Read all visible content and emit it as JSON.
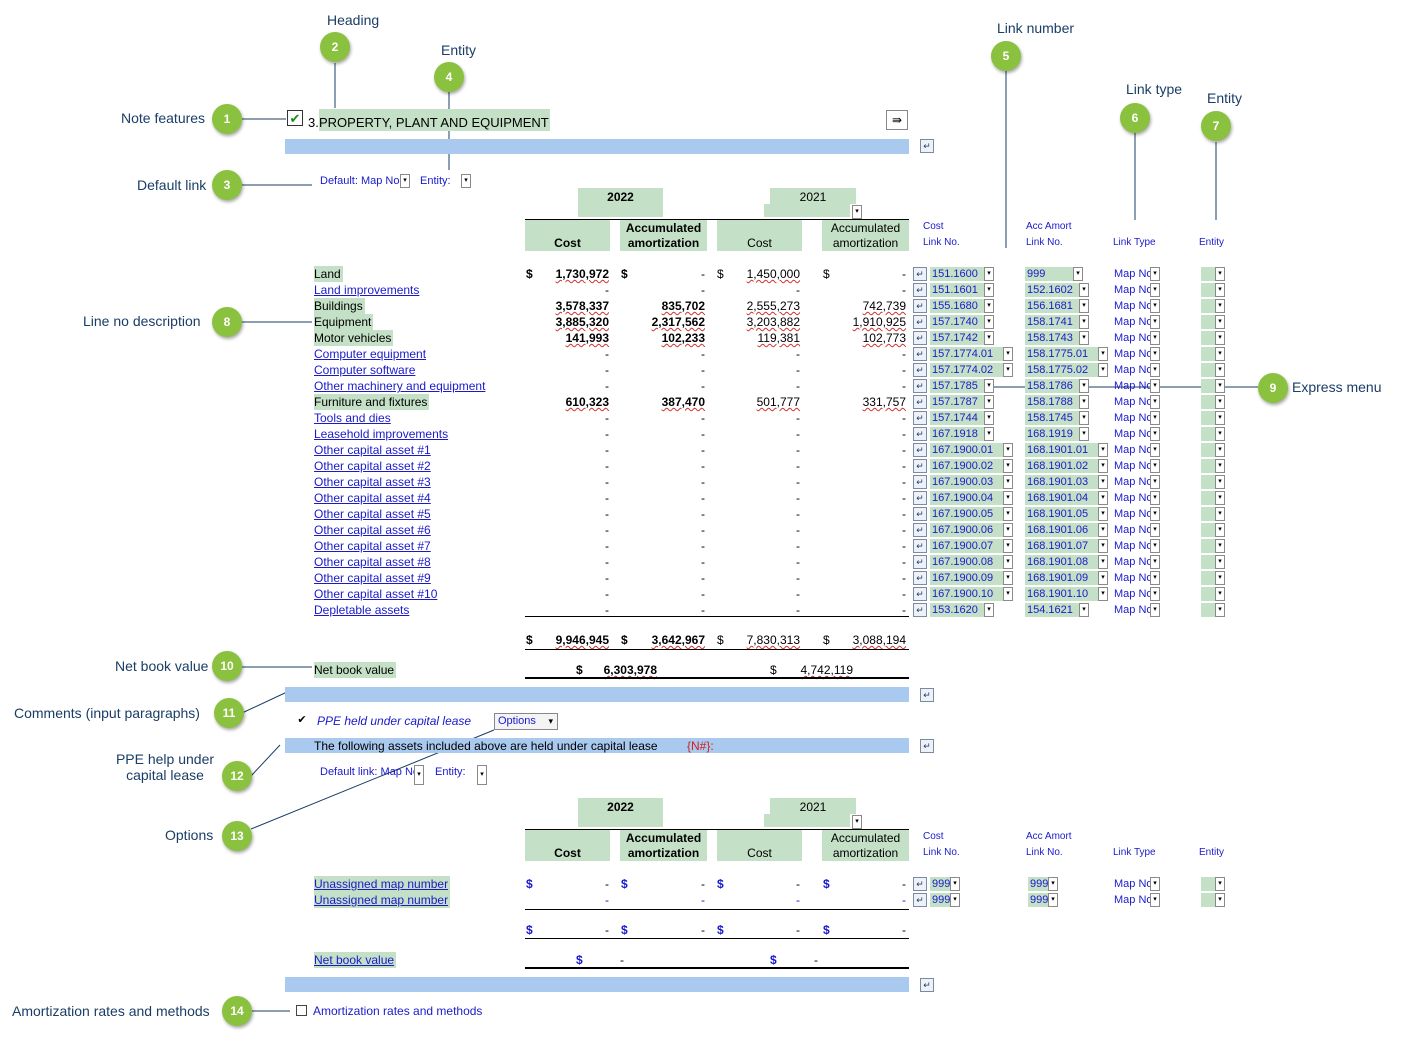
{
  "callouts": [
    {
      "num": "1",
      "label": "Note features"
    },
    {
      "num": "2",
      "label": "Heading"
    },
    {
      "num": "3",
      "label": "Default link"
    },
    {
      "num": "4",
      "label": "Entity"
    },
    {
      "num": "5",
      "label": "Link number"
    },
    {
      "num": "6",
      "label": "Link type"
    },
    {
      "num": "7",
      "label": "Entity"
    },
    {
      "num": "8",
      "label": "Line no description"
    },
    {
      "num": "9",
      "label": "Express menu"
    },
    {
      "num": "10",
      "label": "Net book value"
    },
    {
      "num": "11",
      "label": "Comments (input paragraphs)"
    },
    {
      "num": "12",
      "label": "PPE help under capital lease"
    },
    {
      "num": "13",
      "label": "Options"
    },
    {
      "num": "14",
      "label": "Amortization rates and methods"
    }
  ],
  "note": {
    "number": "3.",
    "title": "PROPERTY, PLANT AND EQUIPMENT",
    "default_link": "Default: Map No",
    "entity_label": "Entity:"
  },
  "table1": {
    "year_current": "2022",
    "year_prior": "2021",
    "col_cost": "Cost",
    "col_accum_line1": "Accumulated",
    "col_accum_line2": "amortization",
    "hdr_cost_link_1": "Cost",
    "hdr_cost_link_2": "Link No.",
    "hdr_acc_link_1": "Acc Amort",
    "hdr_acc_link_2": "Link No.",
    "hdr_link_type": "Link Type",
    "hdr_entity": "Entity",
    "rows": [
      {
        "label": "Land",
        "filled": true,
        "c1": "1,730,972",
        "a1": "-",
        "c2": "1,450,000",
        "a2": "-",
        "cost_link": "151.1600",
        "acc_link": "999",
        "type": "Map No"
      },
      {
        "label": "Land improvements",
        "filled": false,
        "c1": "-",
        "a1": "-",
        "c2": "-",
        "a2": "-",
        "cost_link": "151.1601",
        "acc_link": "152.1602",
        "type": "Map No"
      },
      {
        "label": "Buildings",
        "filled": true,
        "c1": "3,578,337",
        "a1": "835,702",
        "c2": "2,555,273",
        "a2": "742,739",
        "cost_link": "155.1680",
        "acc_link": "156.1681",
        "type": "Map No"
      },
      {
        "label": "Equipment",
        "filled": true,
        "c1": "3,885,320",
        "a1": "2,317,562",
        "c2": "3,203,882",
        "a2": "1,910,925",
        "cost_link": "157.1740",
        "acc_link": "158.1741",
        "type": "Map No"
      },
      {
        "label": "Motor vehicles",
        "filled": true,
        "c1": "141,993",
        "a1": "102,233",
        "c2": "119,381",
        "a2": "102,773",
        "cost_link": "157.1742",
        "acc_link": "158.1743",
        "type": "Map No"
      },
      {
        "label": "Computer equipment",
        "filled": false,
        "c1": "-",
        "a1": "-",
        "c2": "-",
        "a2": "-",
        "cost_link": "157.1774.01",
        "acc_link": "158.1775.01",
        "type": "Map No"
      },
      {
        "label": "Computer software",
        "filled": false,
        "c1": "-",
        "a1": "-",
        "c2": "-",
        "a2": "-",
        "cost_link": "157.1774.02",
        "acc_link": "158.1775.02",
        "type": "Map No"
      },
      {
        "label": "Other machinery and equipment",
        "filled": false,
        "c1": "-",
        "a1": "-",
        "c2": "-",
        "a2": "-",
        "cost_link": "157.1785",
        "acc_link": "158.1786",
        "type": "Map No"
      },
      {
        "label": "Furniture and fixtures",
        "filled": true,
        "c1": "610,323",
        "a1": "387,470",
        "c2": "501,777",
        "a2": "331,757",
        "cost_link": "157.1787",
        "acc_link": "158.1788",
        "type": "Map No"
      },
      {
        "label": "Tools and dies",
        "filled": false,
        "c1": "-",
        "a1": "-",
        "c2": "-",
        "a2": "-",
        "cost_link": "157.1744",
        "acc_link": "158.1745",
        "type": "Map No"
      },
      {
        "label": "Leasehold improvements",
        "filled": false,
        "c1": "-",
        "a1": "-",
        "c2": "-",
        "a2": "-",
        "cost_link": "167.1918",
        "acc_link": "168.1919",
        "type": "Map No"
      },
      {
        "label": "Other capital asset #1",
        "filled": false,
        "c1": "-",
        "a1": "-",
        "c2": "-",
        "a2": "-",
        "cost_link": "167.1900.01",
        "acc_link": "168.1901.01",
        "type": "Map No"
      },
      {
        "label": "Other capital asset #2",
        "filled": false,
        "c1": "-",
        "a1": "-",
        "c2": "-",
        "a2": "-",
        "cost_link": "167.1900.02",
        "acc_link": "168.1901.02",
        "type": "Map No"
      },
      {
        "label": "Other capital asset #3",
        "filled": false,
        "c1": "-",
        "a1": "-",
        "c2": "-",
        "a2": "-",
        "cost_link": "167.1900.03",
        "acc_link": "168.1901.03",
        "type": "Map No"
      },
      {
        "label": "Other capital asset #4",
        "filled": false,
        "c1": "-",
        "a1": "-",
        "c2": "-",
        "a2": "-",
        "cost_link": "167.1900.04",
        "acc_link": "168.1901.04",
        "type": "Map No"
      },
      {
        "label": "Other capital asset #5",
        "filled": false,
        "c1": "-",
        "a1": "-",
        "c2": "-",
        "a2": "-",
        "cost_link": "167.1900.05",
        "acc_link": "168.1901.05",
        "type": "Map No"
      },
      {
        "label": "Other capital asset #6",
        "filled": false,
        "c1": "-",
        "a1": "-",
        "c2": "-",
        "a2": "-",
        "cost_link": "167.1900.06",
        "acc_link": "168.1901.06",
        "type": "Map No"
      },
      {
        "label": "Other capital asset #7",
        "filled": false,
        "c1": "-",
        "a1": "-",
        "c2": "-",
        "a2": "-",
        "cost_link": "167.1900.07",
        "acc_link": "168.1901.07",
        "type": "Map No"
      },
      {
        "label": "Other capital asset #8",
        "filled": false,
        "c1": "-",
        "a1": "-",
        "c2": "-",
        "a2": "-",
        "cost_link": "167.1900.08",
        "acc_link": "168.1901.08",
        "type": "Map No"
      },
      {
        "label": "Other capital asset #9",
        "filled": false,
        "c1": "-",
        "a1": "-",
        "c2": "-",
        "a2": "-",
        "cost_link": "167.1900.09",
        "acc_link": "168.1901.09",
        "type": "Map No"
      },
      {
        "label": "Other capital asset #10",
        "filled": false,
        "c1": "-",
        "a1": "-",
        "c2": "-",
        "a2": "-",
        "cost_link": "167.1900.10",
        "acc_link": "168.1901.10",
        "type": "Map No"
      },
      {
        "label": "Depletable assets",
        "filled": false,
        "c1": "-",
        "a1": "-",
        "c2": "-",
        "a2": "-",
        "cost_link": "153.1620",
        "acc_link": "154.1621",
        "type": "Map No"
      }
    ],
    "total": {
      "c1": "9,946,945",
      "a1": "3,642,967",
      "c2": "7,830,313",
      "a2": "3,088,194"
    },
    "nbv_label": "Net book value",
    "nbv_current": "6,303,978",
    "nbv_prior": "4,742,119"
  },
  "lease": {
    "checkbox_label": "PPE held under capital lease",
    "options_label": "Options",
    "heading_text": "The following assets included above are held under capital lease",
    "heading_tag": "{N#}:",
    "default_link": "Default link: Map No",
    "entity_label": "Entity:",
    "rows": [
      {
        "label": "Unassigned map number",
        "cost_link": "999",
        "acc_link": "999",
        "type": "Map No"
      },
      {
        "label": "Unassigned map number",
        "cost_link": "999",
        "acc_link": "999",
        "type": "Map No"
      }
    ],
    "nbv_label": "Net book value"
  },
  "amort": {
    "checkbox_label": "Amortization rates and methods"
  },
  "symbols": {
    "dollar": "$",
    "dash": "-",
    "check": "✔",
    "arrow": "▾"
  },
  "colors": {
    "badge": "#8ac13f",
    "band": "#a9c9ef",
    "cell": "#c4e0c6",
    "link": "#1a1acc",
    "squiggle": "#d03030"
  }
}
